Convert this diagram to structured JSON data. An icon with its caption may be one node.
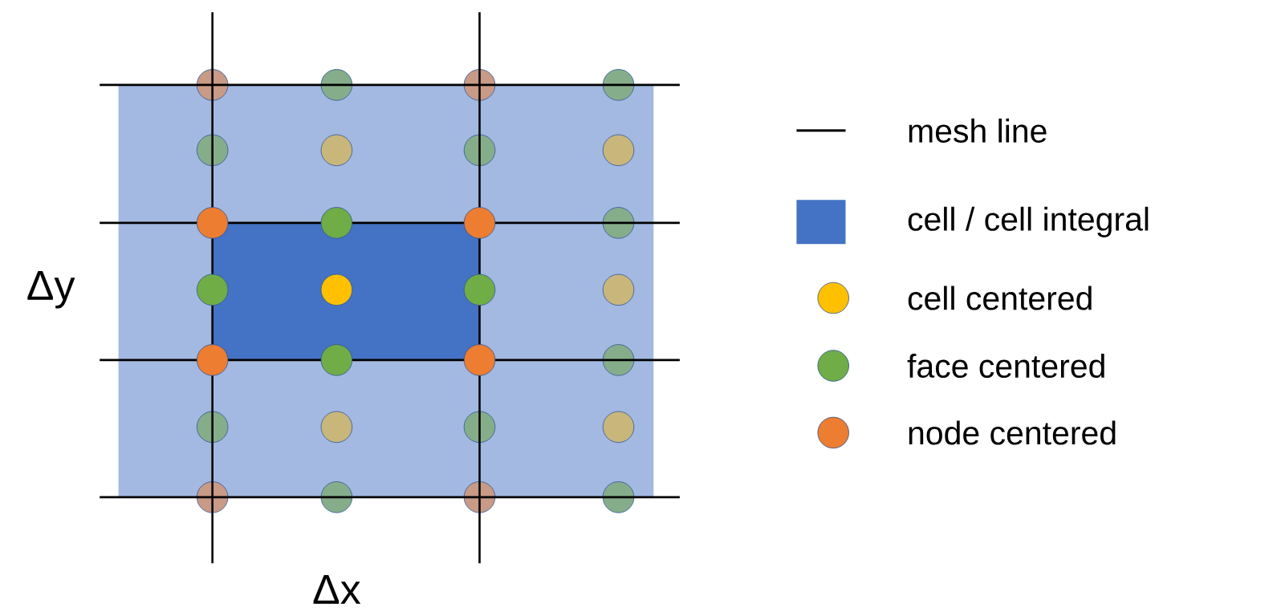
{
  "diagram": {
    "labels": [
      "Δy",
      "Δx"
    ],
    "legend": [
      {
        "text": "mesh line"
      },
      {
        "text": "cell / cell integral",
        "color": "#4472c4"
      },
      {
        "text": "cell centered",
        "color": "#ffc000"
      },
      {
        "text": "face centered",
        "color": "#70ad47"
      },
      {
        "text": "node centered",
        "color": "#ed7d31"
      }
    ]
  }
}
